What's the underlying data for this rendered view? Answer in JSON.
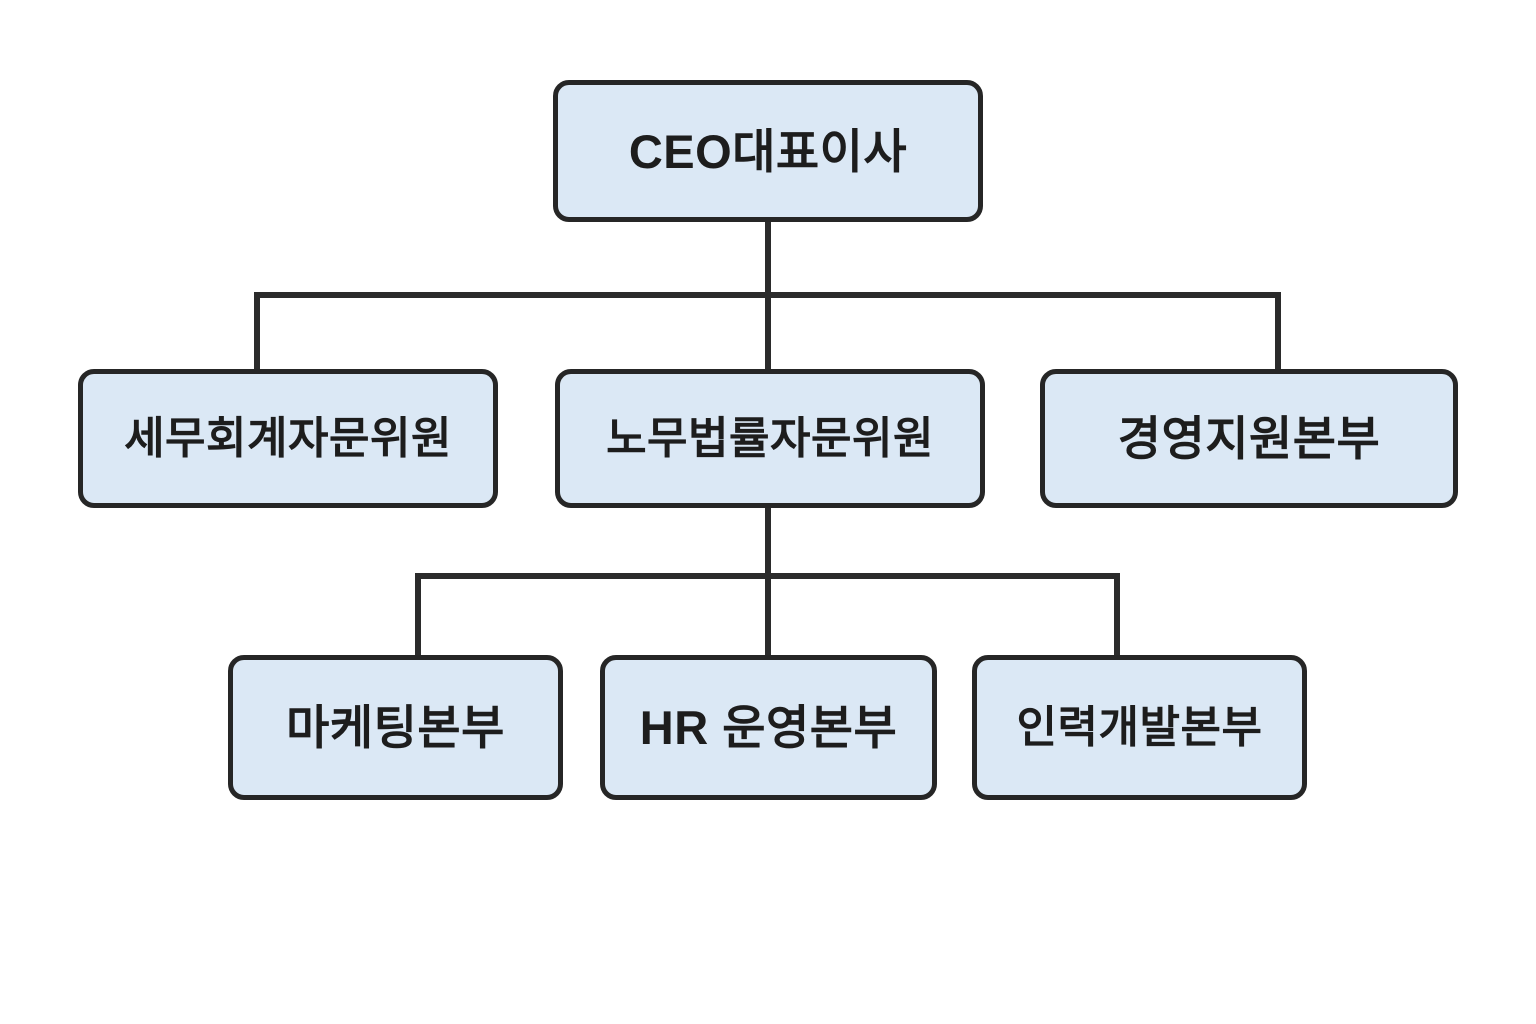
{
  "diagram": {
    "type": "org-chart",
    "nodes": {
      "ceo": {
        "label": "CEO대표이사"
      },
      "tax_advisor": {
        "label": "세무회계자문위원"
      },
      "labor_advisor": {
        "label": "노무법률자문위원"
      },
      "management_support": {
        "label": "경영지원본부"
      },
      "marketing": {
        "label": "마케팅본부"
      },
      "hr_operations": {
        "label": "HR 운영본부"
      },
      "hr_development": {
        "label": "인력개발본부"
      }
    },
    "edges": [
      {
        "from": "ceo",
        "to": "tax_advisor"
      },
      {
        "from": "ceo",
        "to": "labor_advisor"
      },
      {
        "from": "ceo",
        "to": "management_support"
      },
      {
        "from": "labor_advisor",
        "to": "marketing"
      },
      {
        "from": "labor_advisor",
        "to": "hr_operations"
      },
      {
        "from": "labor_advisor",
        "to": "hr_development"
      }
    ],
    "colors": {
      "node_fill": "#dbe8f5",
      "node_border": "#262626",
      "connector": "#2b2b2b",
      "text": "#1d1d1d",
      "background": "#ffffff"
    }
  }
}
